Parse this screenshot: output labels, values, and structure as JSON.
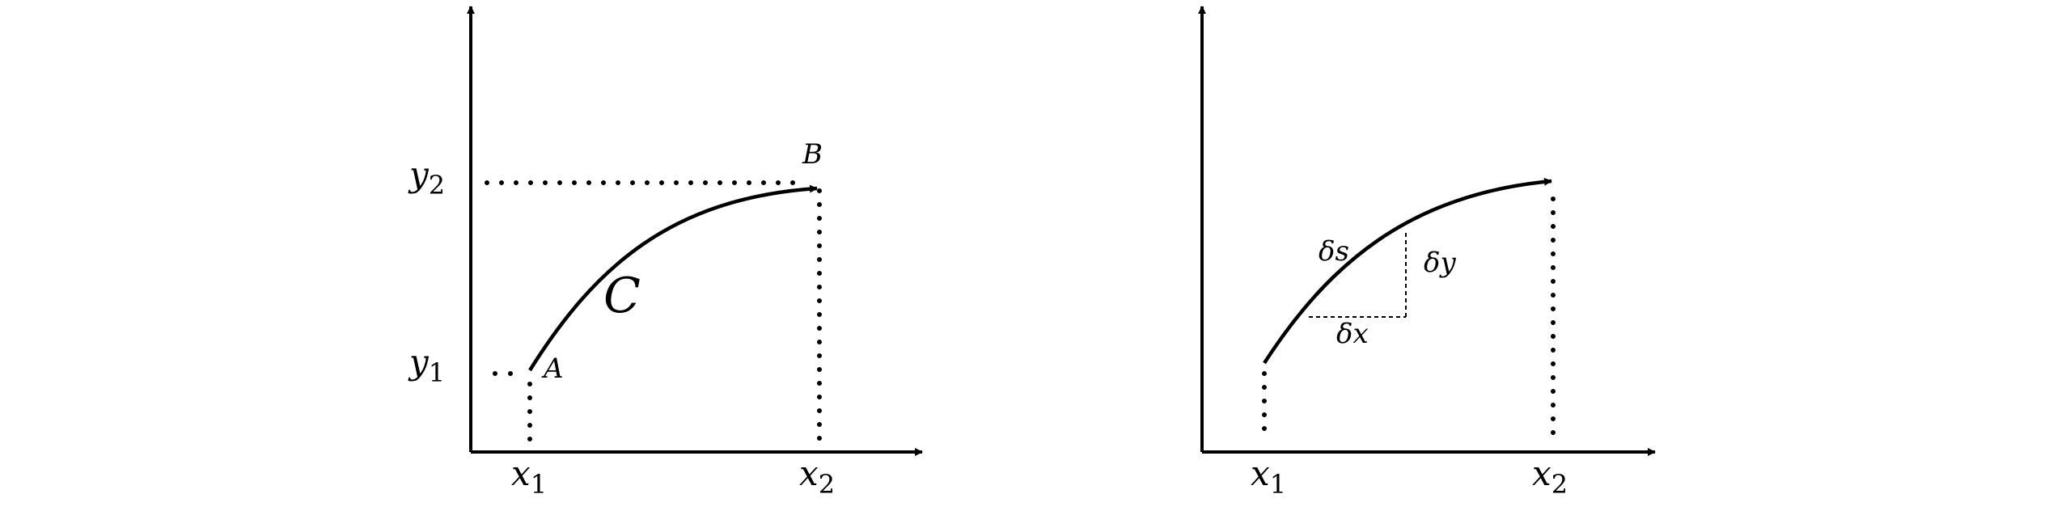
{
  "colors": {
    "ink": "#000000",
    "background": "#ffffff"
  },
  "left_panel": {
    "y2_main": "y",
    "y2_sub": "2",
    "y1_main": "y",
    "y1_sub": "1",
    "x1_main": "x",
    "x1_sub": "1",
    "x2_main": "x",
    "x2_sub": "2",
    "point_a": "A",
    "point_b": "B",
    "curve_label": "C"
  },
  "right_panel": {
    "x1_main": "x",
    "x1_sub": "1",
    "x2_main": "x",
    "x2_sub": "2",
    "ds_label": "δs",
    "dy_label": "δy",
    "dx_label": "δx"
  }
}
